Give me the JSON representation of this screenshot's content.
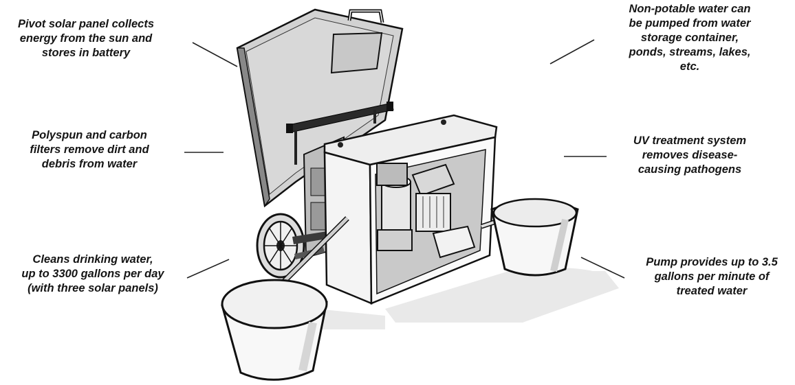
{
  "callouts": {
    "solar": {
      "lines": [
        "Pivot solar panel collects",
        "energy from the sun and",
        "stores in battery"
      ]
    },
    "filters": {
      "lines": [
        "Polyspun and carbon",
        "filters remove dirt and",
        "debris from  water"
      ]
    },
    "cleans": {
      "lines": [
        "Cleans drinking water,",
        "up to 3300  gallons per day",
        "(with three solar panels)"
      ]
    },
    "nonpotable": {
      "lines": [
        "Non-potable water can",
        "be pumped from water",
        "storage container,",
        "ponds, streams, lakes,",
        "etc."
      ]
    },
    "uv": {
      "lines": [
        "UV treatment system",
        "removes disease-",
        "causing pathogens"
      ]
    },
    "pump": {
      "lines": [
        "Pump provides up to 3.5",
        "gallons per minute of",
        "treated water"
      ]
    }
  },
  "colors": {
    "ink": "#151515",
    "panel": "#d4d4d4",
    "box": "#f2f2f2",
    "shadow": "#e6e6e6",
    "water": "#f4f4f4"
  }
}
